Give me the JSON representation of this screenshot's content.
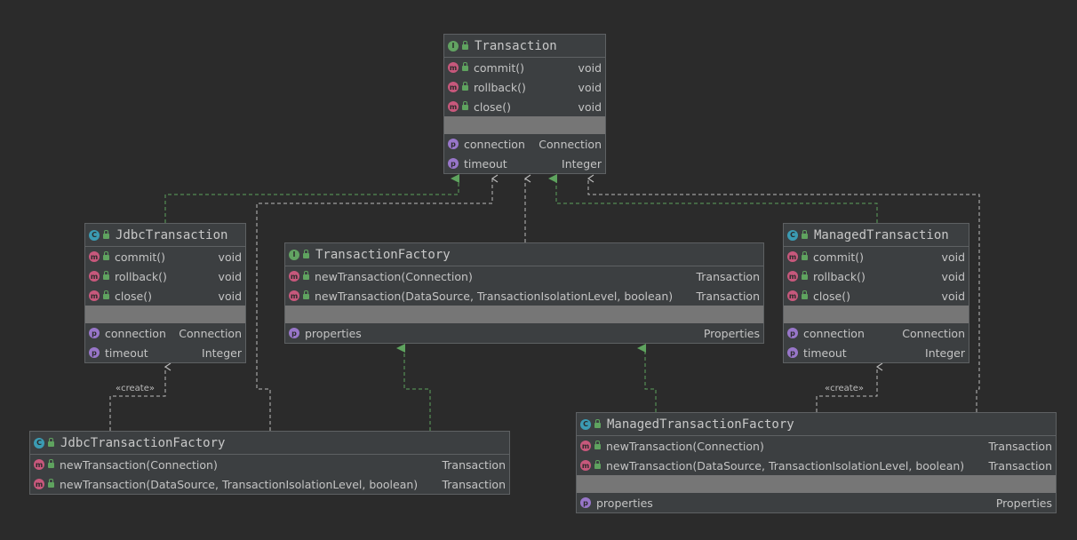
{
  "classes": {
    "transaction": {
      "kind": "I",
      "name": "Transaction",
      "methods": [
        {
          "name": "commit()",
          "type": "void"
        },
        {
          "name": "rollback()",
          "type": "void"
        },
        {
          "name": "close()",
          "type": "void"
        }
      ],
      "properties": [
        {
          "name": "connection",
          "type": "Connection"
        },
        {
          "name": "timeout",
          "type": "Integer"
        }
      ]
    },
    "jdbc_transaction": {
      "kind": "C",
      "name": "JdbcTransaction",
      "methods": [
        {
          "name": "commit()",
          "type": "void"
        },
        {
          "name": "rollback()",
          "type": "void"
        },
        {
          "name": "close()",
          "type": "void"
        }
      ],
      "properties": [
        {
          "name": "connection",
          "type": "Connection"
        },
        {
          "name": "timeout",
          "type": "Integer"
        }
      ]
    },
    "transaction_factory": {
      "kind": "I",
      "name": "TransactionFactory",
      "methods": [
        {
          "name": "newTransaction(Connection)",
          "type": "Transaction"
        },
        {
          "name": "newTransaction(DataSource, TransactionIsolationLevel, boolean)",
          "type": "Transaction"
        }
      ],
      "properties": [
        {
          "name": "properties",
          "type": "Properties"
        }
      ]
    },
    "managed_transaction": {
      "kind": "C",
      "name": "ManagedTransaction",
      "methods": [
        {
          "name": "commit()",
          "type": "void"
        },
        {
          "name": "rollback()",
          "type": "void"
        },
        {
          "name": "close()",
          "type": "void"
        }
      ],
      "properties": [
        {
          "name": "connection",
          "type": "Connection"
        },
        {
          "name": "timeout",
          "type": "Integer"
        }
      ]
    },
    "jdbc_transaction_factory": {
      "kind": "C",
      "name": "JdbcTransactionFactory",
      "methods": [
        {
          "name": "newTransaction(Connection)",
          "type": "Transaction"
        },
        {
          "name": "newTransaction(DataSource, TransactionIsolationLevel, boolean)",
          "type": "Transaction"
        }
      ],
      "properties": []
    },
    "managed_transaction_factory": {
      "kind": "C",
      "name": "ManagedTransactionFactory",
      "methods": [
        {
          "name": "newTransaction(Connection)",
          "type": "Transaction"
        },
        {
          "name": "newTransaction(DataSource, TransactionIsolationLevel, boolean)",
          "type": "Transaction"
        }
      ],
      "properties": [
        {
          "name": "properties",
          "type": "Properties"
        }
      ]
    }
  },
  "stereotypes": {
    "jdbc_create": "«create»",
    "managed_create": "«create»"
  },
  "colors": {
    "background": "#2b2b2b",
    "box": "#3c3f41",
    "realization": "#5ea35e",
    "dependency": "#bbbbbb"
  },
  "badges": {
    "interface": "I",
    "class": "C",
    "method": "m",
    "property": "p"
  }
}
